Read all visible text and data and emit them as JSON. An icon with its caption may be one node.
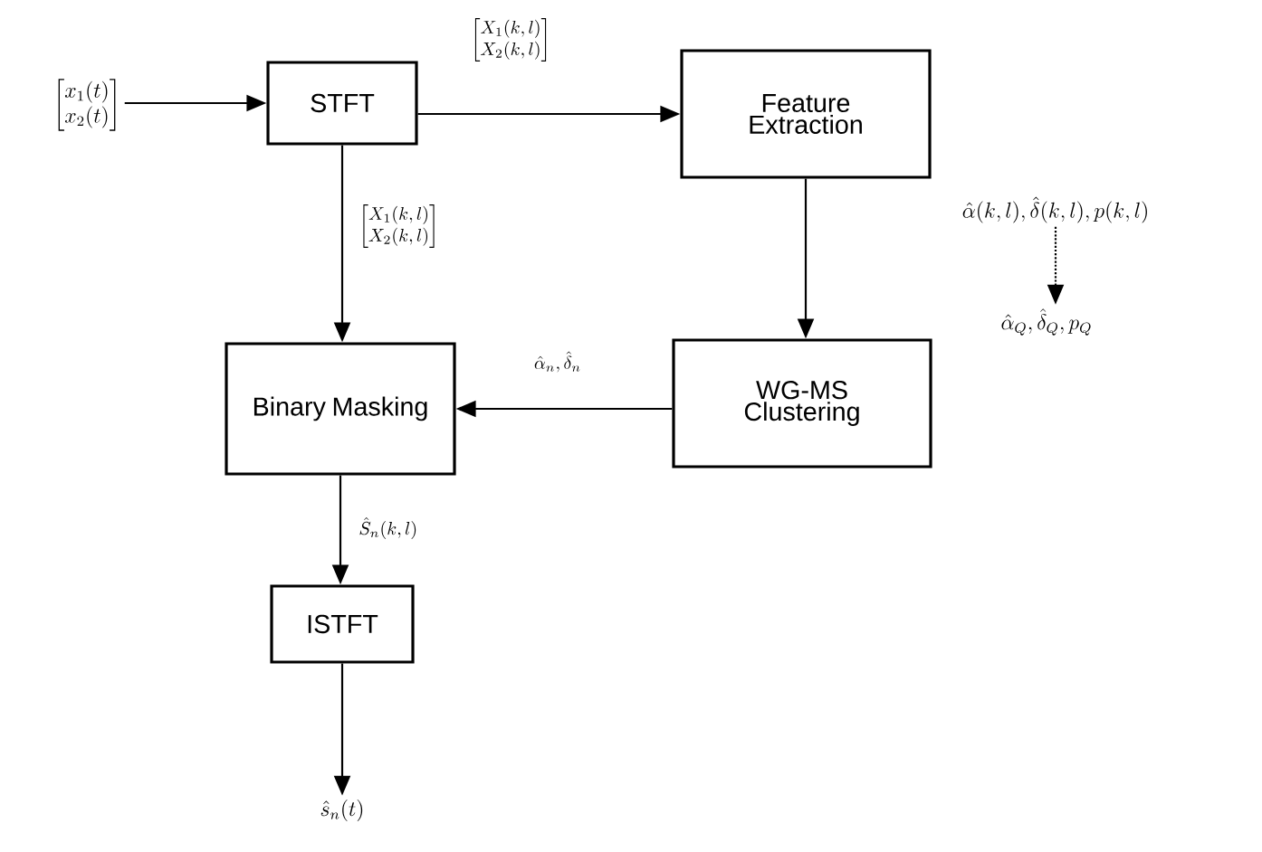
{
  "diagram": {
    "nodes": [
      {
        "text": [
          "\\begin{bmatrix}x_1(t)\\\\ x_2(t)\\end{bmatrix}"
        ]
      },
      {
        "text": [
          "STFT"
        ]
      },
      {
        "text": [
          "Feature Extraction"
        ]
      },
      {
        "text": [
          "WG-MS Clustering"
        ]
      },
      {
        "text": [
          "Binary Masking"
        ]
      },
      {
        "text": [
          "ISTFT"
        ]
      },
      {
        "text": [
          "\\hat{s}_n(t)"
        ]
      },
      {
        "text": [
          "\\hat{\\alpha}(k,l),\\hat{\\delta}(k,l),p(k,l)"
        ]
      },
      {
        "text": [
          "\\hat{\\alpha}_Q,\\hat{\\delta}_Q,p_Q"
        ]
      }
    ],
    "edges": [
      {
        "from": 0,
        "to": 1,
        "arrow": "to"
      },
      {
        "from": 1,
        "to": 2,
        "arrow": "to",
        "label": "\\begin{bmatrix}X_1(k,l)\\\\ X_2(k,l)\\end{bmatrix}"
      },
      {
        "from": 1,
        "to": 4,
        "arrow": "to",
        "label": "\\begin{bmatrix}X_1(k,l)\\\\ X_2(k,l)\\end{bmatrix}"
      },
      {
        "from": 2,
        "to": 3,
        "arrow": "to"
      },
      {
        "from": 3,
        "to": 4,
        "arrow": "to",
        "label": "\\hat{\\alpha}_n,\\hat{\\delta}_n"
      },
      {
        "from": 4,
        "to": 5,
        "arrow": "to",
        "label": "\\hat{S}_n(k,l)"
      },
      {
        "from": 5,
        "to": 6,
        "arrow": "to"
      },
      {
        "from": 7,
        "to": 8,
        "arrow": "to",
        "style": "dashed"
      }
    ]
  }
}
